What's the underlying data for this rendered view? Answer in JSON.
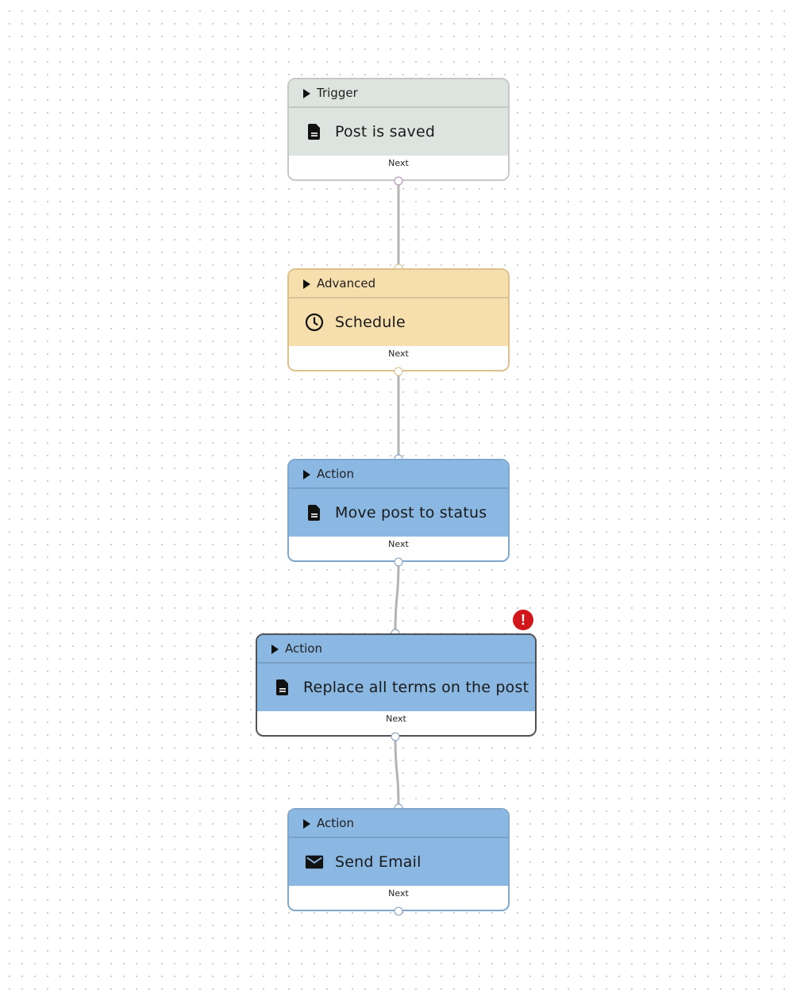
{
  "nodes": [
    {
      "id": "trigger",
      "kind": "trigger",
      "category": "Trigger",
      "title": "Post is saved",
      "icon": "document-icon",
      "footer": "Next"
    },
    {
      "id": "advanced",
      "kind": "advanced",
      "category": "Advanced",
      "title": "Schedule",
      "icon": "clock-icon",
      "footer": "Next"
    },
    {
      "id": "action-move",
      "kind": "action",
      "category": "Action",
      "title": "Move post to status",
      "icon": "document-icon",
      "footer": "Next"
    },
    {
      "id": "action-replace",
      "kind": "action",
      "category": "Action",
      "title": "Replace all terms on the post",
      "icon": "document-icon",
      "footer": "Next",
      "selected": true,
      "error": true
    },
    {
      "id": "action-email",
      "kind": "action",
      "category": "Action",
      "title": "Send Email",
      "icon": "envelope-icon",
      "footer": "Next"
    }
  ],
  "error_badge": "!",
  "colors": {
    "trigger": "#dde4e0",
    "advanced": "#f7dead",
    "action": "#8ab8e2",
    "edge": "#b3b3b5",
    "error": "#d1171b"
  }
}
